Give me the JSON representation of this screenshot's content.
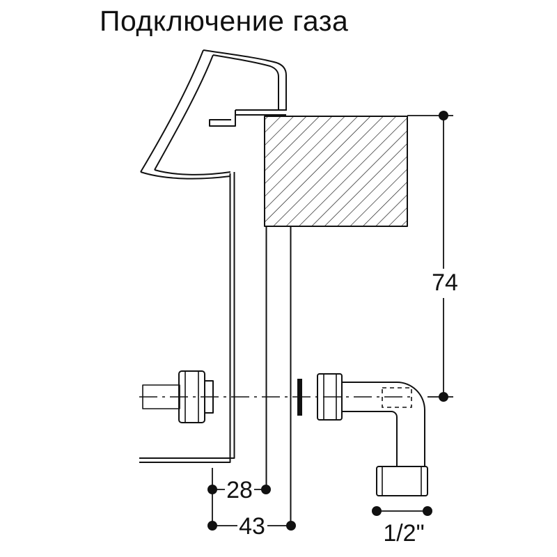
{
  "title": "Подключение газа",
  "dimensions": {
    "niche_height": "74",
    "offset_inner_wall": "28",
    "offset_outer_wall": "43",
    "thread_size": "1/2\""
  },
  "colors": {
    "line": "#111111",
    "background": "#ffffff"
  }
}
